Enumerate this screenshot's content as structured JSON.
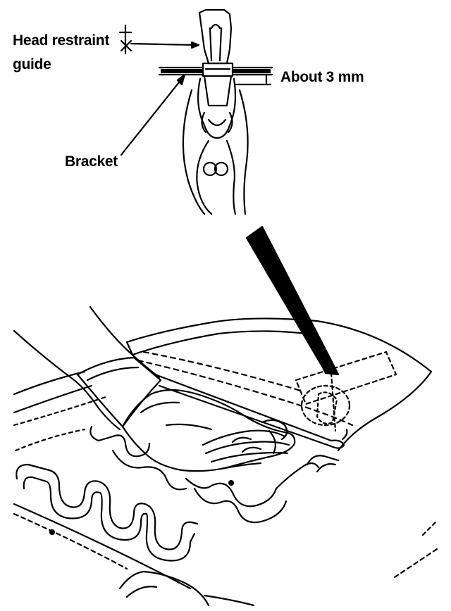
{
  "labels": {
    "head_restraint_line1": "Head restraint",
    "head_restraint_line2": "guide",
    "gap": "About 3 mm",
    "bracket": "Bracket"
  },
  "colors": {
    "ink": "#000000",
    "paper": "#ffffff"
  }
}
